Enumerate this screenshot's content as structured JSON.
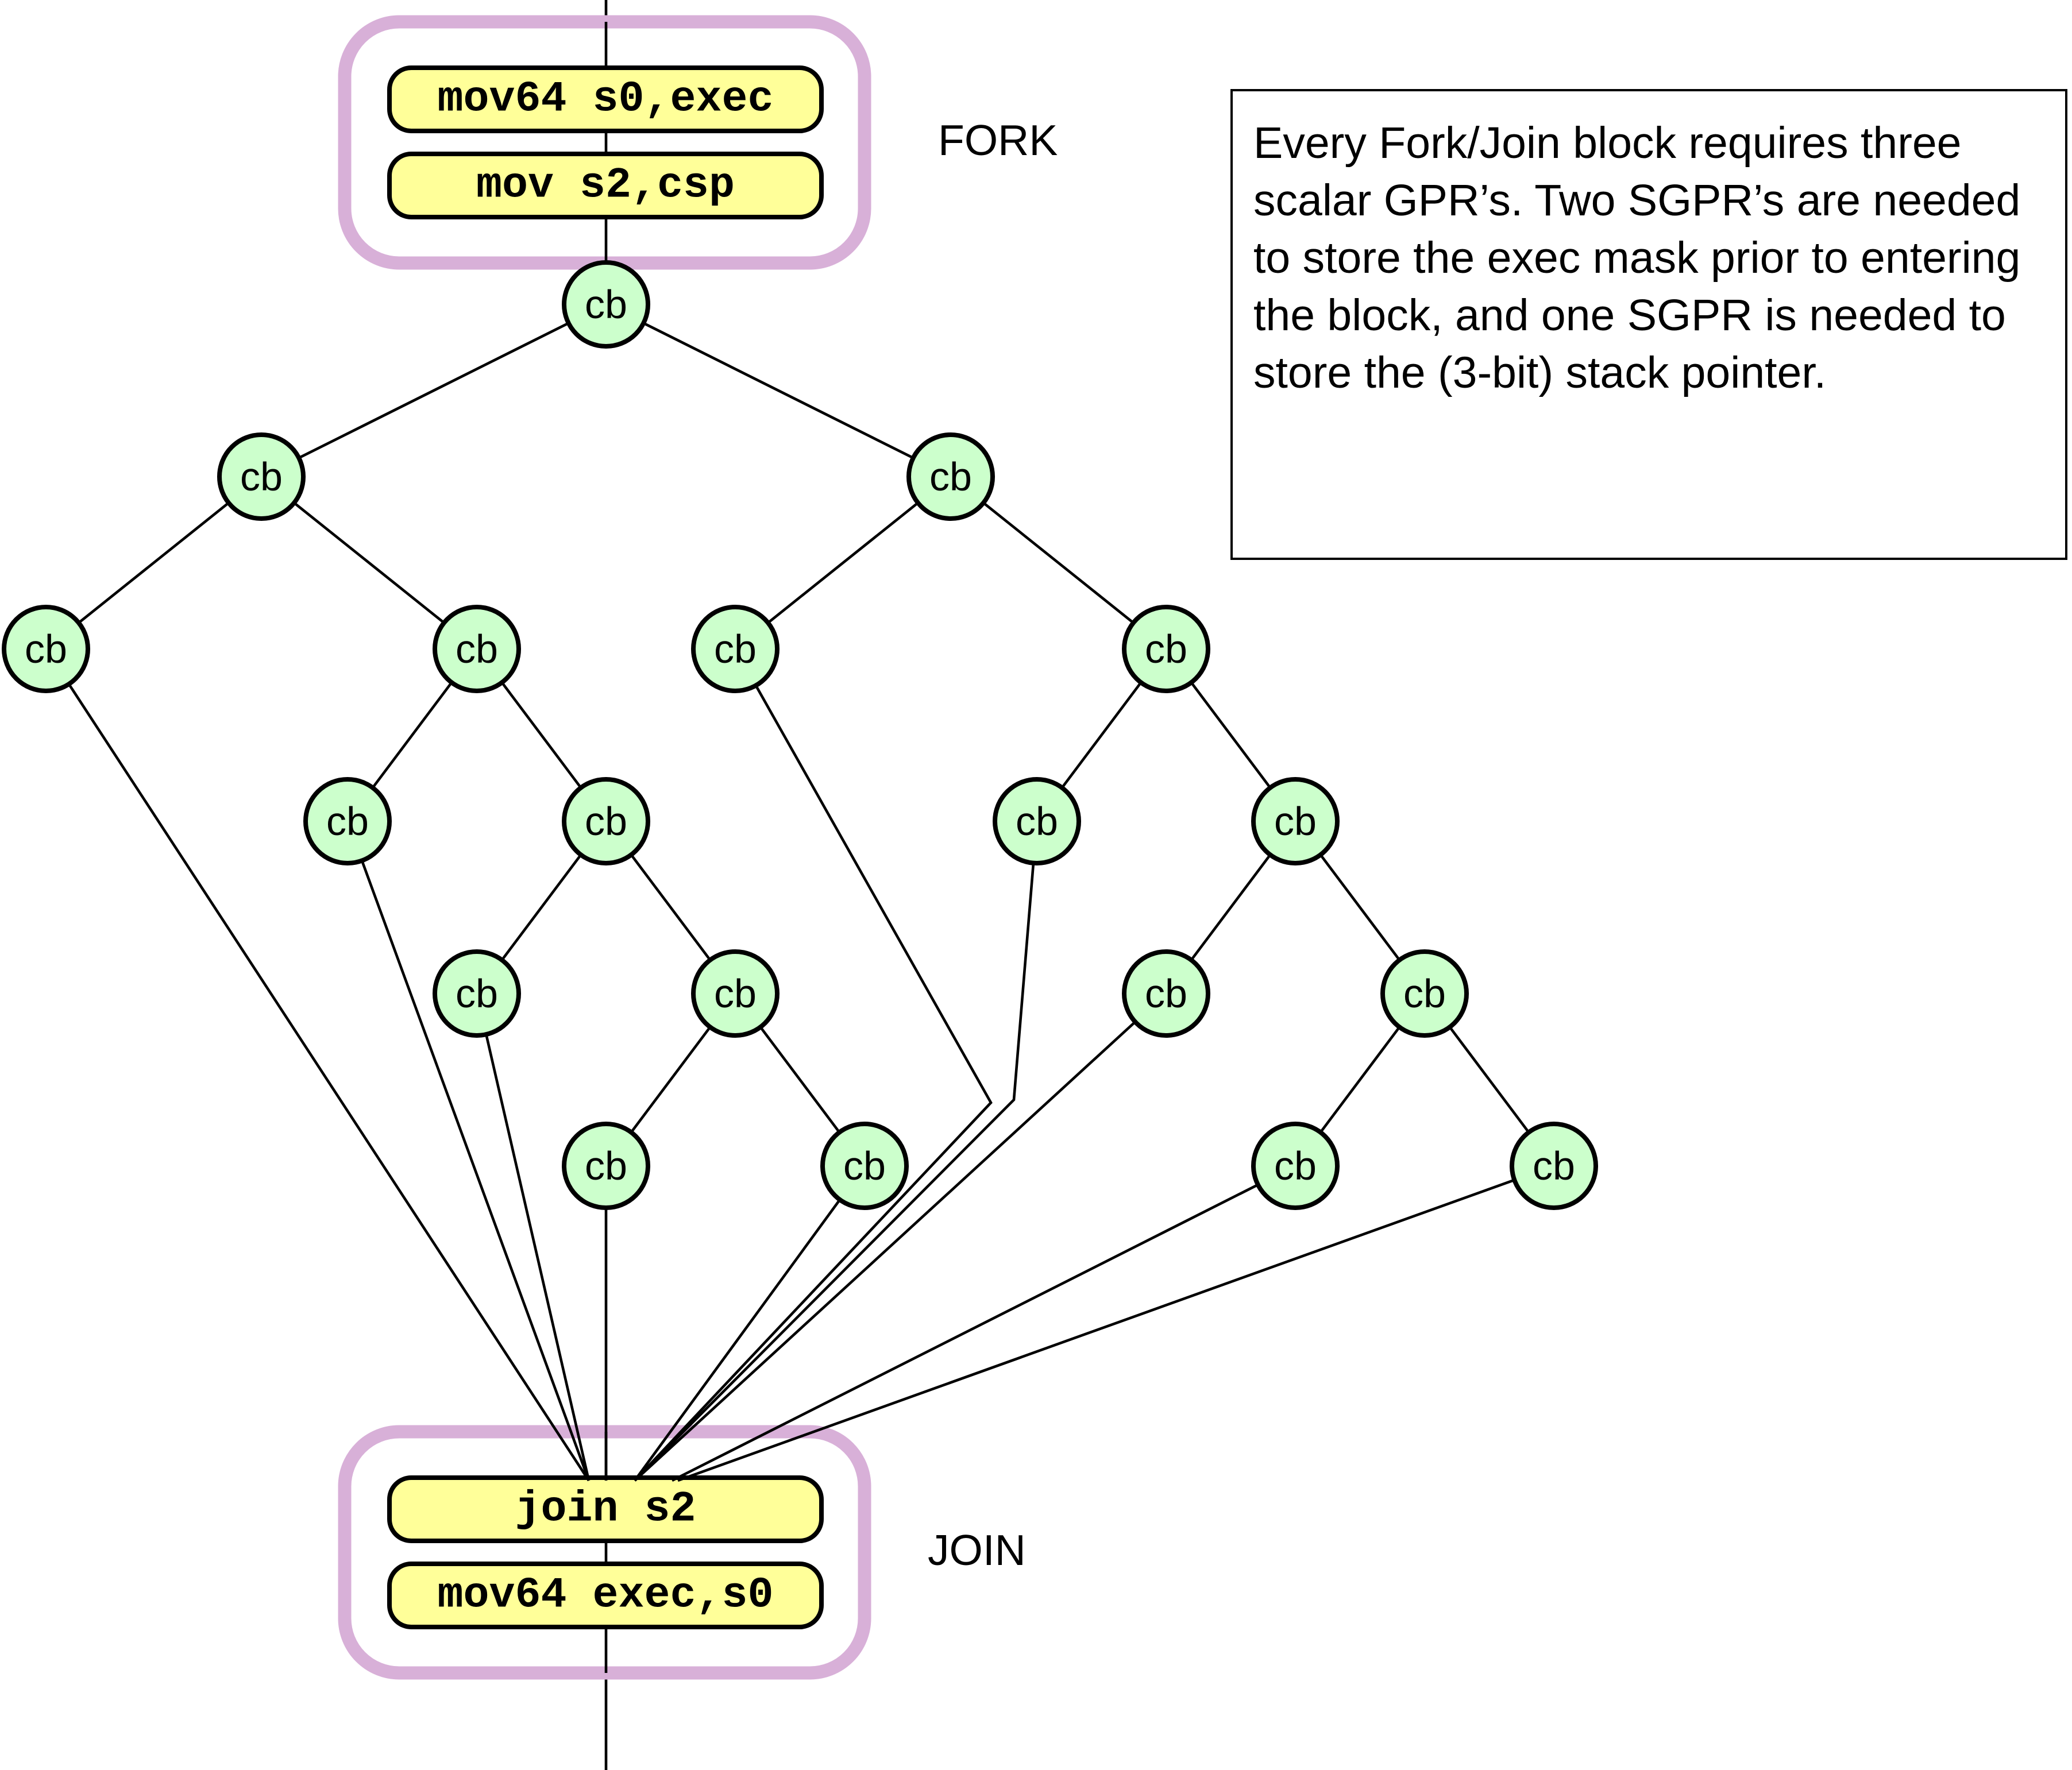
{
  "fork_block": {
    "label": "FORK",
    "instructions": [
      "mov64 s0,exec",
      "mov s2,csp"
    ]
  },
  "join_block": {
    "label": "JOIN",
    "instructions": [
      "join s2",
      "mov64 exec,s0"
    ]
  },
  "node_label": "cb",
  "note": "Every Fork/Join block requires three scalar GPR’s. Two SGPR’s are needed to store the exec mask prior to entering the block, and one SGPR is needed to store the (3-bit) stack pointer.",
  "colors": {
    "frame": "#d8b0d8",
    "instruction_fill": "#ffff99",
    "node_fill": "#ccffcc",
    "line": "#000000"
  }
}
